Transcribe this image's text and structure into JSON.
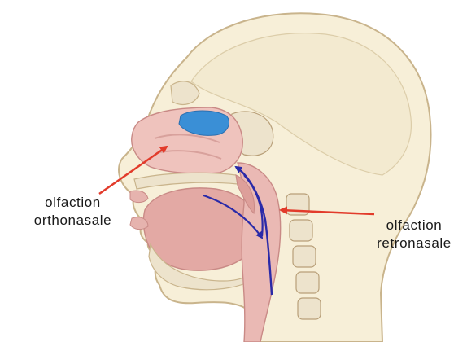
{
  "labels": {
    "ortho_line1": "olfaction",
    "ortho_line2": "orthonasale",
    "retro_line1": "olfaction",
    "retro_line2": "retronasale"
  },
  "colors": {
    "skin": "#f7efd8",
    "skin_outline": "#c9b48c",
    "tissue": "#e9b7b3",
    "tissue_dark": "#c98a86",
    "bone": "#ede3cc",
    "olfactory_patch": "#3a8fd6",
    "arrow_red": "#e23b2b",
    "flow_blue": "#2a2aa8"
  },
  "icons": {
    "red_arrow": "arrow-right-icon",
    "flow_arrow": "airflow-arrow-icon"
  }
}
